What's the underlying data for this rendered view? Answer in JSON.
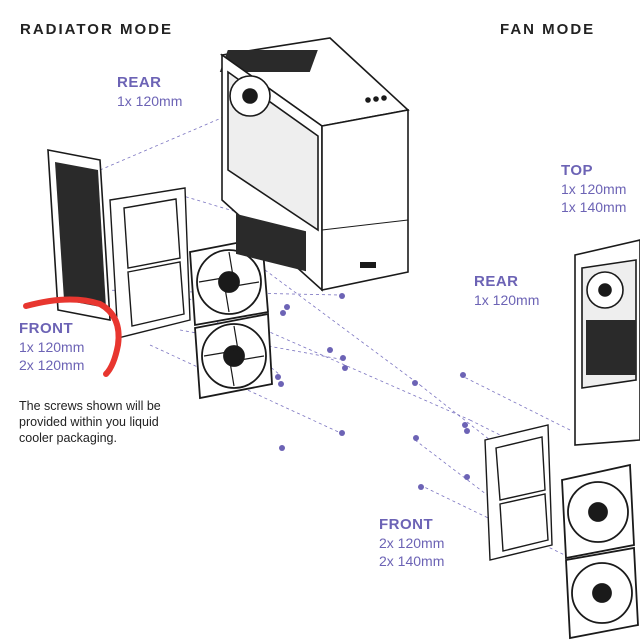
{
  "headings": {
    "radiator_mode": "RADIATOR MODE",
    "fan_mode": "FAN MODE"
  },
  "radiator": {
    "rear": {
      "title": "REAR",
      "lines": [
        "1x 120mm"
      ]
    },
    "front": {
      "title": "FRONT",
      "lines": [
        "1x 120mm",
        "2x 120mm"
      ]
    },
    "note": "The screws shown will be provided within you liquid cooler packaging."
  },
  "fan": {
    "top": {
      "title": "TOP",
      "lines": [
        "1x 120mm",
        "1x 140mm"
      ]
    },
    "rear": {
      "title": "REAR",
      "lines": [
        "1x 120mm"
      ]
    },
    "front": {
      "title": "FRONT",
      "lines": [
        "2x 120mm",
        "2x 140mm"
      ]
    }
  },
  "colors": {
    "accent": "#6c63b5",
    "annotation": "#e8362f",
    "ink": "#1a1a1a"
  }
}
